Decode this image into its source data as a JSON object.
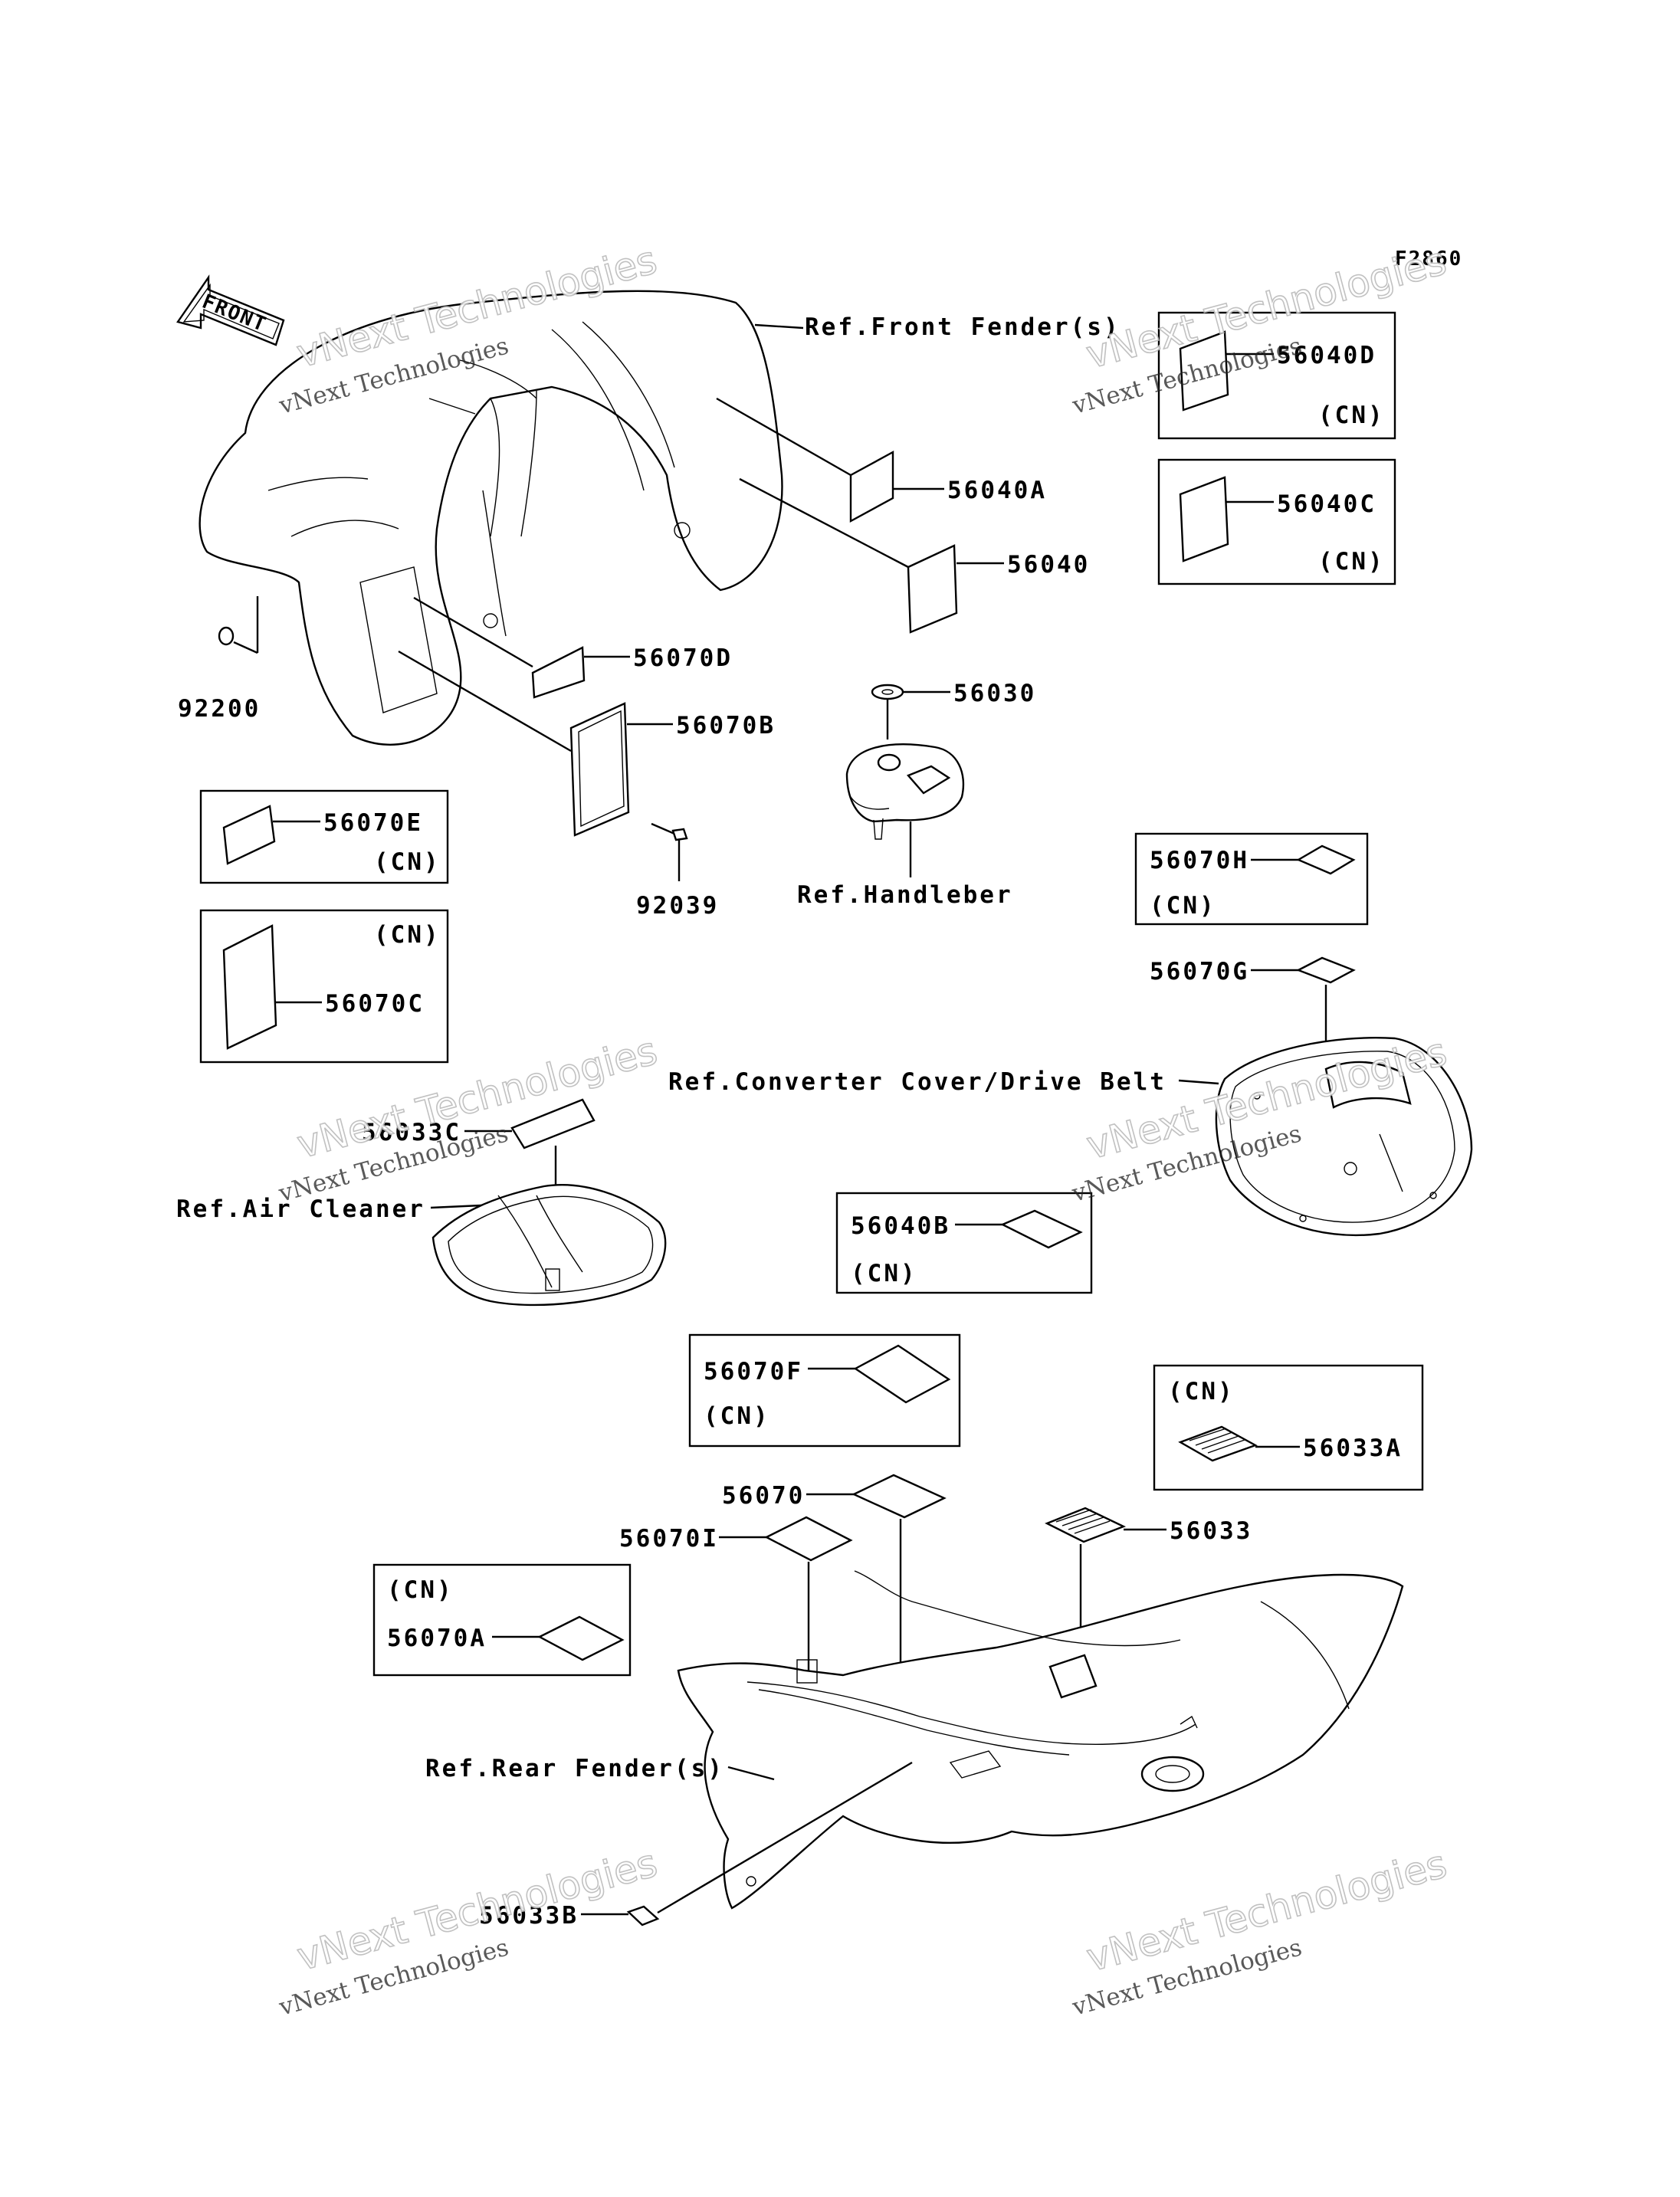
{
  "figure_code": "F2860",
  "front_arrow": "FRONT",
  "watermark": {
    "line1": "vNext Technologies",
    "line2": "vNext Technologies"
  },
  "labels": {
    "ref_front_fender": "Ref.Front Fender(s)",
    "ref_handlebar": "Ref.Handleber",
    "ref_converter": "Ref.Converter Cover/Drive Belt",
    "ref_air_cleaner": "Ref.Air Cleaner",
    "ref_rear_fender": "Ref.Rear Fender(s)"
  },
  "parts": {
    "p56040D": "56040D",
    "p56040C": "56040C",
    "p56040A": "56040A",
    "p56040": "56040",
    "p56070D": "56070D",
    "p56070B": "56070B",
    "p92200": "92200",
    "p92039": "92039",
    "p56030": "56030",
    "p56070E": "56070E",
    "p56070C": "56070C",
    "p56070H": "56070H",
    "p56070G": "56070G",
    "p56033C": "56033C",
    "p56040B": "56040B",
    "p56070F": "56070F",
    "p56033A": "56033A",
    "p56070": "56070",
    "p56070I": "56070I",
    "p56033": "56033",
    "p56070A": "56070A",
    "p56033B": "56033B"
  },
  "cn": "(CN)"
}
